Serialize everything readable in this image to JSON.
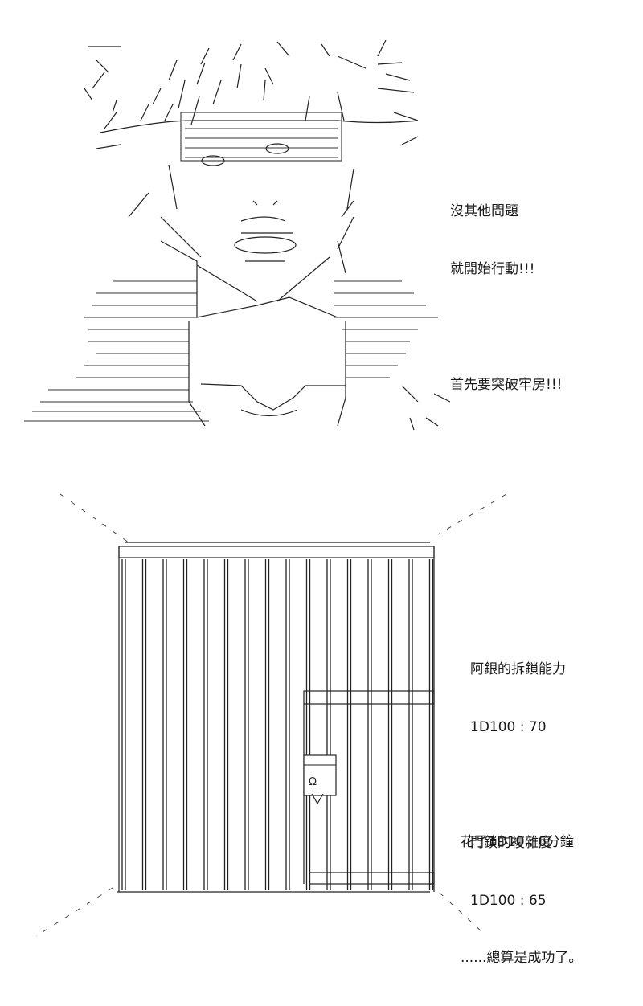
{
  "panel_top": {
    "dialogue": [
      "沒其他問題",
      "就開始行動!!!",
      "首先要突破牢房!!!"
    ]
  },
  "panel_bottom": {
    "stat_lock_pick": {
      "label": "阿銀的拆鎖能力",
      "roll": "1D100 : 70"
    },
    "stat_lock_difficulty": {
      "label": "門鎖的複雜度",
      "roll": "1D100 : 65"
    },
    "time_spent": "花了1D10 : 6分鐘",
    "conclusion": "......總算是成功了。"
  },
  "icons": [
    "ascii-character-art",
    "prison-cell-art"
  ]
}
